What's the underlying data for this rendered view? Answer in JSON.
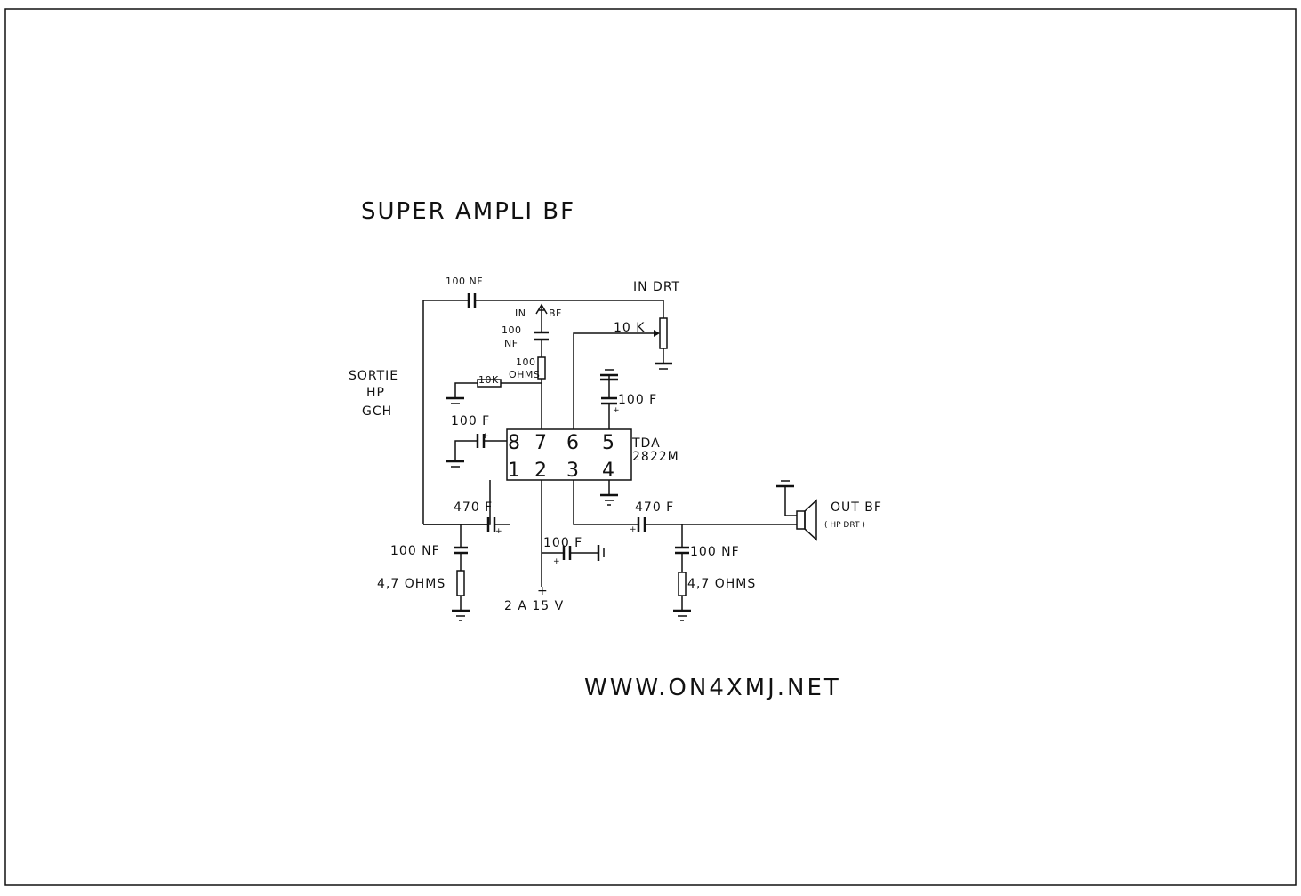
{
  "title": "SUPER AMPLI BF",
  "website": "WWW.ON4XMJ.NET",
  "ic": {
    "name_line1": "TDA",
    "name_line2": "2822M",
    "pins_top": [
      "8",
      "7",
      "6",
      "5"
    ],
    "pins_bottom": [
      "1",
      "2",
      "3",
      "4"
    ]
  },
  "labels": {
    "c_feedback": "100 NF",
    "in_drt": "IN DRT",
    "in_bf_left": "IN",
    "in_bf_right": "BF",
    "pot": "10 K",
    "c_in_1": "100",
    "c_in_2": "NF",
    "r_in_1": "100",
    "r_in_2": "OHMS",
    "r_10k": "10K",
    "c_pin5": "100 F",
    "c_pin8": "100 F",
    "sortie_1": "SORTIE",
    "sortie_2": "HP",
    "sortie_3": "GCH",
    "c_out_left": "470 F",
    "c_out_right": "470 F",
    "c_zobel_left": "100 NF",
    "r_zobel_left": "4,7 OHMS",
    "c_zobel_right": "100 NF",
    "r_zobel_right": "4,7 OHMS",
    "c_supply": "100 F",
    "supply": "2 A 15 V",
    "supply_plus": "+",
    "out_bf": "OUT BF",
    "hp_drt": "( HP DRT )",
    "pol_plus": "+"
  }
}
